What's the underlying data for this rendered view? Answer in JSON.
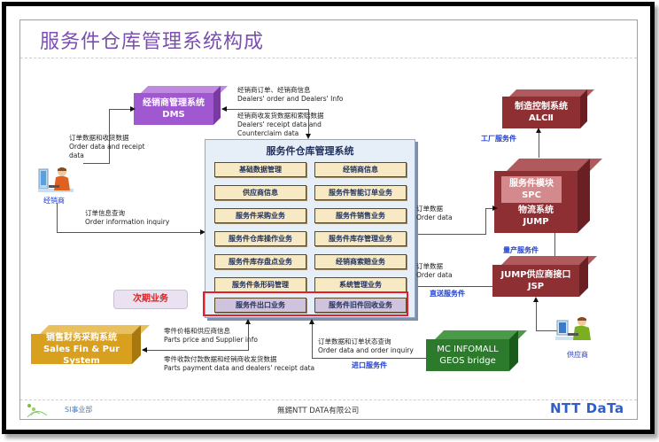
{
  "title": "服务件仓库管理系统构成",
  "dms": {
    "name_cn": "经销商管理系统",
    "name_en": "DMS",
    "color": "#a058d0"
  },
  "dms_flow_1": {
    "cn": "经销商订单、经销商信息",
    "en": "Dealers' order and Dealers' Info"
  },
  "dms_flow_2": {
    "cn": "经销商收发货数据和索赔数据",
    "en1": "Dealers' receipt data and",
    "en2": "Counterclaim data"
  },
  "dealer_flow_1": {
    "cn": "订单数据和收货数据",
    "en1": "Order data and receipt",
    "en2": "data"
  },
  "dealer": {
    "label": "经销商"
  },
  "dealer_flow_2": {
    "cn": "订单信息查询",
    "en": "Order information inquiry"
  },
  "center": {
    "title": "服务件仓库管理系统",
    "modules": [
      "基础数据管理",
      "经销商信息",
      "供应商信息",
      "服务件智能订单业务",
      "服务件采购业务",
      "服务件销售业务",
      "服务件仓库操作业务",
      "服务件库存管理业务",
      "服务件库存盘点业务",
      "经销商索赔业务",
      "服务件条形码管理",
      "系统管理业务"
    ],
    "future_modules": [
      "服务件出口业务",
      "服务件旧件回收业务"
    ]
  },
  "next_phase": "次期业务",
  "alc": {
    "name_cn": "制造控制系统",
    "name_en": "ALCⅡ",
    "color": "#8e2f33"
  },
  "factory_label": "工厂服务件",
  "jump": {
    "inner_cn": "服务件模块",
    "inner_en": "SPC",
    "name_cn": "物流系统",
    "name_en": "JUMP"
  },
  "jump_flow": {
    "cn": "订单数据",
    "en": "Order data"
  },
  "mass_label": "量产服务件",
  "jsp": {
    "name_cn": "JUMP供应商接口",
    "name_en": "JSP"
  },
  "jsp_flow": {
    "cn": "订单数据",
    "en": "Order data"
  },
  "direct_label": "直送服务件",
  "supplier": {
    "label": "供应商"
  },
  "sales": {
    "name_cn": "销售财务采购系统",
    "name_en": "Sales Fin & Pur System",
    "color": "#d9a020"
  },
  "sales_flow_1": {
    "cn": "零件价格和供应商信息",
    "en": "Parts price and Supplier info"
  },
  "sales_flow_2": {
    "cn": "零件收款付款数据和经销商收发货数据",
    "en": "Parts payment data and dealers' receipt data"
  },
  "geos": {
    "name1": "MC INFOMALL",
    "name2": "GEOS bridge",
    "color": "#2c7a2c"
  },
  "geos_flow": {
    "cn": "订单数据和订单状态查询",
    "en": "Order data and order inquiry"
  },
  "import_label": "进口服务件",
  "footer": {
    "dept": "SI事业部",
    "company": "無錫NTT DATA有限公司",
    "logo": "NTT DaTa"
  }
}
